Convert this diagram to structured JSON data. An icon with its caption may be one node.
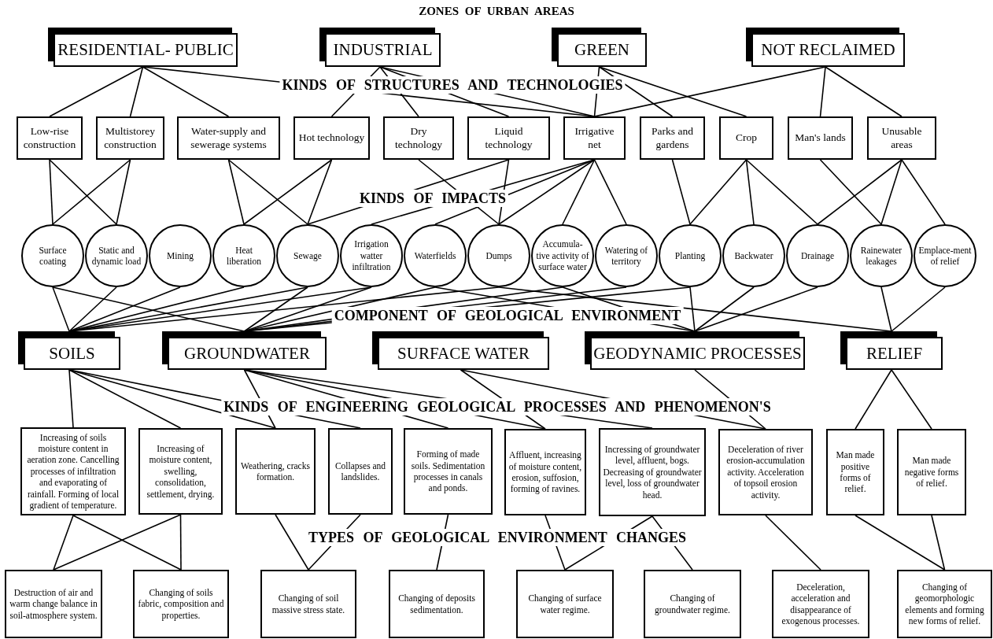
{
  "diagram": {
    "title": "ZONES OF URBAN AREAS",
    "nodes": [
      {
        "text": [
          "RESIDENTIAL- PUBLIC"
        ]
      },
      {
        "text": [
          "INDUSTRIAL"
        ]
      },
      {
        "text": [
          "GREEN"
        ]
      },
      {
        "text": [
          "NOT RECLAIMED"
        ]
      },
      {
        "text": [
          "Low-rise construction"
        ]
      },
      {
        "text": [
          "Multistorey construction"
        ]
      },
      {
        "text": [
          "Water-supply and sewerage systems"
        ]
      },
      {
        "text": [
          "Hot technology"
        ]
      },
      {
        "text": [
          "Dry technology"
        ]
      },
      {
        "text": [
          "Liquid technology"
        ]
      },
      {
        "text": [
          "Irrigative net"
        ]
      },
      {
        "text": [
          "Parks and gardens"
        ]
      },
      {
        "text": [
          "Crop"
        ]
      },
      {
        "text": [
          "Man's lands"
        ]
      },
      {
        "text": [
          "Unusable areas"
        ]
      },
      {
        "text": [
          "Surface coating"
        ]
      },
      {
        "text": [
          "Static and dynamic load"
        ]
      },
      {
        "text": [
          "Mining"
        ]
      },
      {
        "text": [
          "Heat liberation"
        ]
      },
      {
        "text": [
          "Sewage"
        ]
      },
      {
        "text": [
          "Irrigation watter infiltration"
        ]
      },
      {
        "text": [
          "Waterfields"
        ]
      },
      {
        "text": [
          "Dumps"
        ]
      },
      {
        "text": [
          "Accumula-tive activity of surface water"
        ]
      },
      {
        "text": [
          "Watering of territory"
        ]
      },
      {
        "text": [
          "Planting"
        ]
      },
      {
        "text": [
          "Backwater"
        ]
      },
      {
        "text": [
          "Drainage"
        ]
      },
      {
        "text": [
          "Rainewater leakages"
        ]
      },
      {
        "text": [
          "Emplace-ment of relief"
        ]
      },
      {
        "text": [
          "SOILS"
        ]
      },
      {
        "text": [
          "GROUNDWATER"
        ]
      },
      {
        "text": [
          "SURFACE WATER"
        ]
      },
      {
        "text": [
          "GEODYNAMIC PROCESSES"
        ]
      },
      {
        "text": [
          "RELIEF"
        ]
      },
      {
        "text": [
          "Increasing of soils moisture content in aeration zone. Cancelling processes of infiltration and evaporating of rainfall. Forming of local gradient of temperature."
        ]
      },
      {
        "text": [
          "Increasing of moisture content, swelling, consolidation, settlement, drying."
        ]
      },
      {
        "text": [
          "Weathering, cracks formation."
        ]
      },
      {
        "text": [
          "Collapses and landslides."
        ]
      },
      {
        "text": [
          "Forming of made soils. Sedimentation processes in canals and ponds."
        ]
      },
      {
        "text": [
          "Affluent, increasing of moisture content, erosion, suffosion, forming of ravines."
        ]
      },
      {
        "text": [
          "Incressing of groundwater level, affluent, bogs. Decreasing of groundwater level, loss of groundwater head."
        ]
      },
      {
        "text": [
          "Deceleration of river erosion-accumulation activity. Acceleration of topsoil erosion activity."
        ]
      },
      {
        "text": [
          "Man made positive forms of relief."
        ]
      },
      {
        "text": [
          "Man made negative forms of relief."
        ]
      },
      {
        "text": [
          "Destruction of air and warm change balance in soil-atmosphere system."
        ]
      },
      {
        "text": [
          "Changing of soils fabric, composition and properties."
        ]
      },
      {
        "text": [
          "Changing of soil massive stress state."
        ]
      },
      {
        "text": [
          "Changing of deposits sedimentation."
        ]
      },
      {
        "text": [
          "Changing of surface water regime."
        ]
      },
      {
        "text": [
          "Changing of groundwater regime."
        ]
      },
      {
        "text": [
          "Deceleration, acceleration and disappearance of exogenous processes."
        ]
      },
      {
        "text": [
          "Changing of geomorphologic elements and forming new forms of relief."
        ]
      }
    ],
    "edges": [
      {
        "from": 0,
        "to": 4,
        "arrow": "none"
      },
      {
        "from": 0,
        "to": 5,
        "arrow": "none"
      },
      {
        "from": 0,
        "to": 6,
        "arrow": "none"
      },
      {
        "from": 0,
        "to": 10,
        "arrow": "none"
      },
      {
        "from": 1,
        "to": 7,
        "arrow": "none"
      },
      {
        "from": 1,
        "to": 8,
        "arrow": "none"
      },
      {
        "from": 1,
        "to": 9,
        "arrow": "none"
      },
      {
        "from": 1,
        "to": 10,
        "arrow": "none"
      },
      {
        "from": 2,
        "to": 10,
        "arrow": "none"
      },
      {
        "from": 2,
        "to": 11,
        "arrow": "none"
      },
      {
        "from": 2,
        "to": 12,
        "arrow": "none"
      },
      {
        "from": 3,
        "to": 10,
        "arrow": "none"
      },
      {
        "from": 3,
        "to": 13,
        "arrow": "none"
      },
      {
        "from": 3,
        "to": 14,
        "arrow": "none"
      },
      {
        "from": 4,
        "to": 15,
        "arrow": "none"
      },
      {
        "from": 4,
        "to": 16,
        "arrow": "none"
      },
      {
        "from": 5,
        "to": 15,
        "arrow": "none"
      },
      {
        "from": 5,
        "to": 16,
        "arrow": "none"
      },
      {
        "from": 6,
        "to": 18,
        "arrow": "none"
      },
      {
        "from": 6,
        "to": 19,
        "arrow": "none"
      },
      {
        "from": 7,
        "to": 18,
        "arrow": "none"
      },
      {
        "from": 7,
        "to": 19,
        "arrow": "none"
      },
      {
        "from": 8,
        "to": 22,
        "arrow": "none"
      },
      {
        "from": 9,
        "to": 19,
        "arrow": "none"
      },
      {
        "from": 9,
        "to": 22,
        "arrow": "none"
      },
      {
        "from": 10,
        "to": 20,
        "arrow": "none"
      },
      {
        "from": 10,
        "to": 21,
        "arrow": "none"
      },
      {
        "from": 10,
        "to": 22,
        "arrow": "none"
      },
      {
        "from": 10,
        "to": 23,
        "arrow": "none"
      },
      {
        "from": 10,
        "to": 24,
        "arrow": "none"
      },
      {
        "from": 11,
        "to": 25,
        "arrow": "none"
      },
      {
        "from": 12,
        "to": 25,
        "arrow": "none"
      },
      {
        "from": 12,
        "to": 26,
        "arrow": "none"
      },
      {
        "from": 12,
        "to": 27,
        "arrow": "none"
      },
      {
        "from": 13,
        "to": 28,
        "arrow": "none"
      },
      {
        "from": 14,
        "to": 27,
        "arrow": "none"
      },
      {
        "from": 14,
        "to": 28,
        "arrow": "none"
      },
      {
        "from": 14,
        "to": 29,
        "arrow": "none"
      },
      {
        "from": 15,
        "to": 30,
        "arrow": "none"
      },
      {
        "from": 16,
        "to": 30,
        "arrow": "none"
      },
      {
        "from": 17,
        "to": 30,
        "arrow": "none"
      },
      {
        "from": 18,
        "to": 30,
        "arrow": "none"
      },
      {
        "from": 19,
        "to": 30,
        "arrow": "none"
      },
      {
        "from": 20,
        "to": 30,
        "arrow": "none"
      },
      {
        "from": 22,
        "to": 30,
        "arrow": "none"
      },
      {
        "from": 15,
        "to": 31,
        "arrow": "none"
      },
      {
        "from": 19,
        "to": 31,
        "arrow": "none"
      },
      {
        "from": 20,
        "to": 31,
        "arrow": "none"
      },
      {
        "from": 21,
        "to": 31,
        "arrow": "none"
      },
      {
        "from": 23,
        "to": 31,
        "arrow": "none"
      },
      {
        "from": 24,
        "to": 31,
        "arrow": "none"
      },
      {
        "from": 25,
        "to": 31,
        "arrow": "none"
      },
      {
        "from": 21,
        "to": 33,
        "arrow": "none"
      },
      {
        "from": 23,
        "to": 33,
        "arrow": "none"
      },
      {
        "from": 25,
        "to": 33,
        "arrow": "none"
      },
      {
        "from": 26,
        "to": 33,
        "arrow": "none"
      },
      {
        "from": 27,
        "to": 33,
        "arrow": "none"
      },
      {
        "from": 22,
        "to": 34,
        "arrow": "none"
      },
      {
        "from": 28,
        "to": 34,
        "arrow": "none"
      },
      {
        "from": 29,
        "to": 34,
        "arrow": "none"
      },
      {
        "from": 30,
        "to": 35,
        "arrow": "none"
      },
      {
        "from": 30,
        "to": 36,
        "arrow": "none"
      },
      {
        "from": 30,
        "to": 37,
        "arrow": "none"
      },
      {
        "from": 30,
        "to": 38,
        "arrow": "none"
      },
      {
        "from": 31,
        "to": 37,
        "arrow": "none"
      },
      {
        "from": 31,
        "to": 39,
        "arrow": "none"
      },
      {
        "from": 31,
        "to": 40,
        "arrow": "none"
      },
      {
        "from": 31,
        "to": 41,
        "arrow": "none"
      },
      {
        "from": 32,
        "to": 40,
        "arrow": "none"
      },
      {
        "from": 32,
        "to": 42,
        "arrow": "none"
      },
      {
        "from": 33,
        "to": 42,
        "arrow": "none"
      },
      {
        "from": 34,
        "to": 43,
        "arrow": "none"
      },
      {
        "from": 34,
        "to": 44,
        "arrow": "none"
      },
      {
        "from": 35,
        "to": 45,
        "arrow": "none"
      },
      {
        "from": 35,
        "to": 46,
        "arrow": "none"
      },
      {
        "from": 36,
        "to": 45,
        "arrow": "none"
      },
      {
        "from": 36,
        "to": 46,
        "arrow": "none"
      },
      {
        "from": 37,
        "to": 47,
        "arrow": "none"
      },
      {
        "from": 38,
        "to": 47,
        "arrow": "none"
      },
      {
        "from": 39,
        "to": 48,
        "arrow": "none"
      },
      {
        "from": 40,
        "to": 49,
        "arrow": "none"
      },
      {
        "from": 41,
        "to": 49,
        "arrow": "none"
      },
      {
        "from": 41,
        "to": 50,
        "arrow": "none"
      },
      {
        "from": 42,
        "to": 51,
        "arrow": "none"
      },
      {
        "from": 43,
        "to": 52,
        "arrow": "none"
      },
      {
        "from": 44,
        "to": 52,
        "arrow": "none"
      }
    ],
    "labels": [
      "KINDS OF STRUCTURES AND TECHNOLOGIES",
      "KINDS OF IMPACTS",
      "COMPONENT OF GEOLOGICAL ENVIRONMENT",
      "KINDS OF ENGINEERING GEOLOGICAL PROCESSES AND PHENOMENON'S",
      "TYPES OF GEOLOGICAL ENVIRONMENT CHANGES"
    ]
  }
}
